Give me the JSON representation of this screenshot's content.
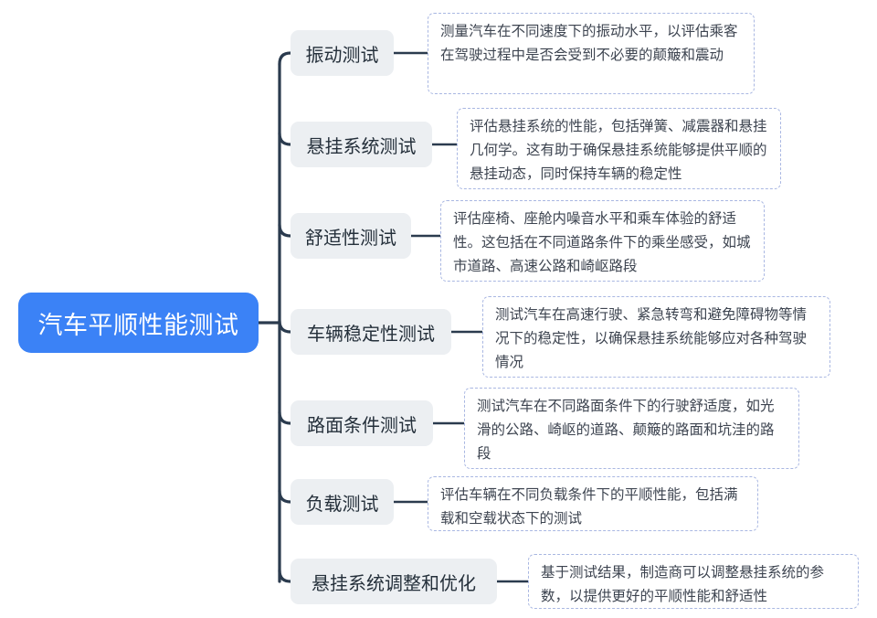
{
  "diagram": {
    "type": "mind-map",
    "root": {
      "label": "汽车平顺性能测试",
      "color": "#3b82f6",
      "text_color": "#ffffff"
    },
    "style": {
      "branch_fill": "#eceff2",
      "branch_text": "#25303b",
      "connector_color": "#2b3b4e",
      "desc_border": "#a9b7e2",
      "desc_text": "#3d4450",
      "background": "#ffffff"
    },
    "branches": [
      {
        "label": "振动测试",
        "description": "测量汽车在不同速度下的振动水平，以评估乘客在驾驶过程中是否会受到不必要的颠簸和震动"
      },
      {
        "label": "悬挂系统测试",
        "description": "评估悬挂系统的性能，包括弹簧、减震器和悬挂几何学。这有助于确保悬挂系统能够提供平顺的悬挂动态，同时保持车辆的稳定性"
      },
      {
        "label": "舒适性测试",
        "description": "评估座椅、座舱内噪音水平和乘车体验的舒适性。这包括在不同道路条件下的乘坐感受，如城市道路、高速公路和崎岖路段"
      },
      {
        "label": "车辆稳定性测试",
        "description": "测试汽车在高速行驶、紧急转弯和避免障碍物等情况下的稳定性，以确保悬挂系统能够应对各种驾驶情况"
      },
      {
        "label": "路面条件测试",
        "description": "测试汽车在不同路面条件下的行驶舒适度，如光滑的公路、崎岖的道路、颠簸的路面和坑洼的路段"
      },
      {
        "label": "负载测试",
        "description": "评估车辆在不同负载条件下的平顺性能，包括满载和空载状态下的测试"
      },
      {
        "label": "悬挂系统调整和优化",
        "description": "基于测试结果，制造商可以调整悬挂系统的参数，以提供更好的平顺性能和舒适性"
      }
    ]
  }
}
